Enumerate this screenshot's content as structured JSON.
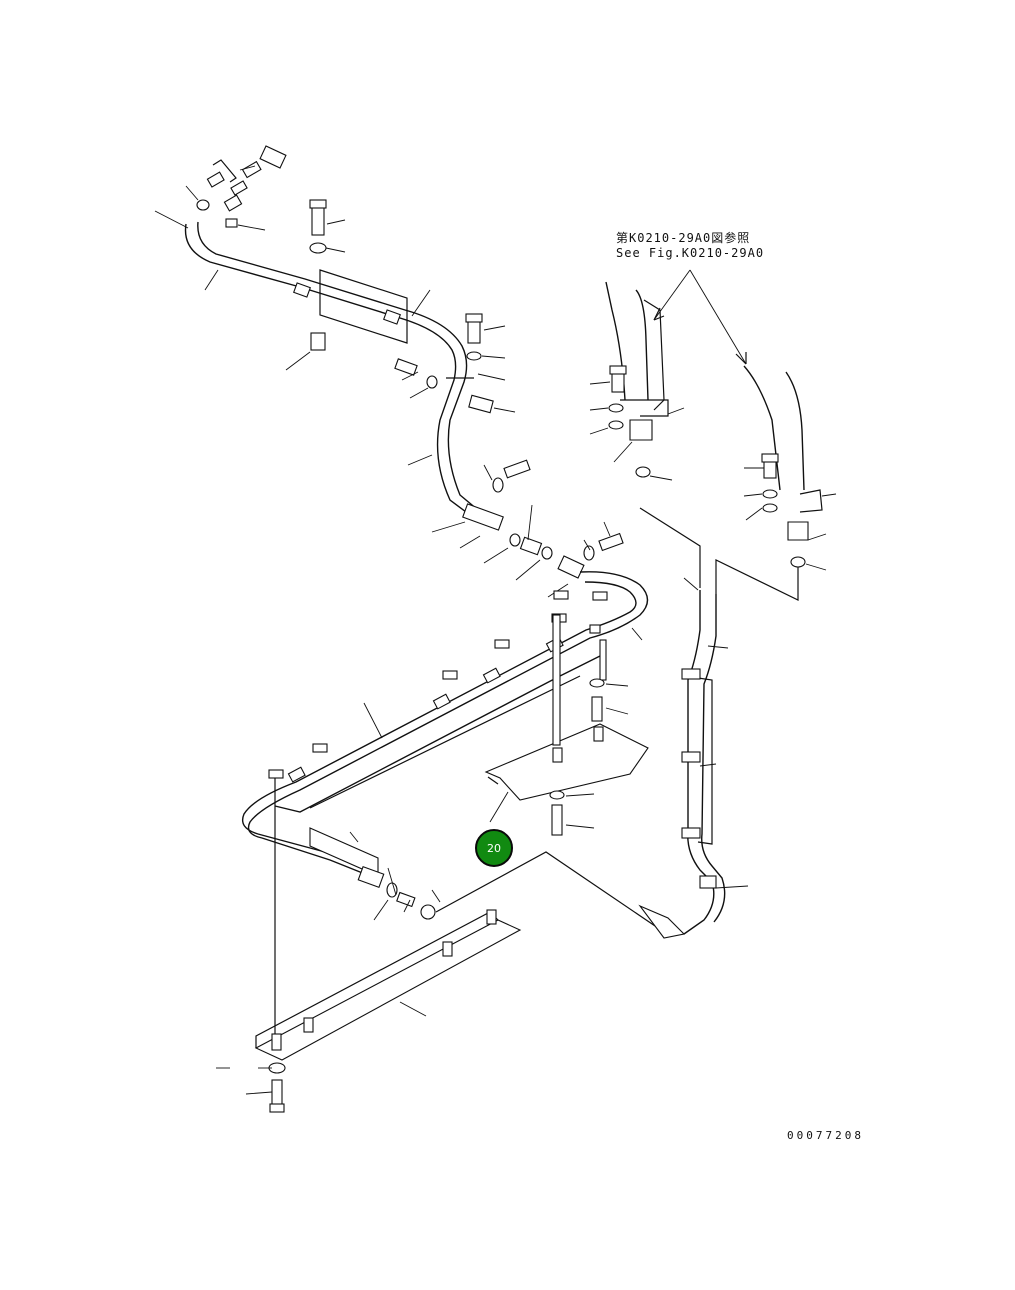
{
  "diagram": {
    "reference_note": {
      "line1": "第K0210-29A0図参照",
      "line2": "See Fig.K0210-29A0"
    },
    "drawing_number": "00077208",
    "callout": {
      "label": "20",
      "color": "#118a11"
    }
  }
}
